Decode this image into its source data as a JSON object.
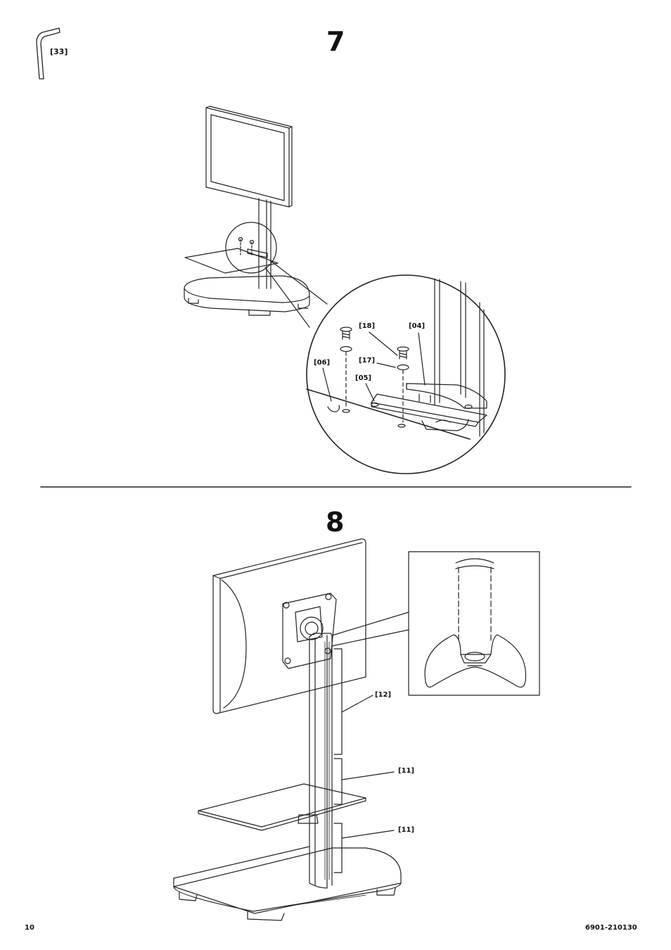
{
  "step7": {
    "number": "7",
    "tool_label": "[33]",
    "labels": {
      "p18": "[18]",
      "p04": "[04]",
      "p17": "[17]",
      "p06": "[06]",
      "p05": "[05]"
    }
  },
  "step8": {
    "number": "8",
    "labels": {
      "p12": "[12]",
      "p11a": "[11]",
      "p11b": "[11]"
    }
  },
  "footer": {
    "page_number": "10",
    "doc_code": "6901-210130"
  }
}
